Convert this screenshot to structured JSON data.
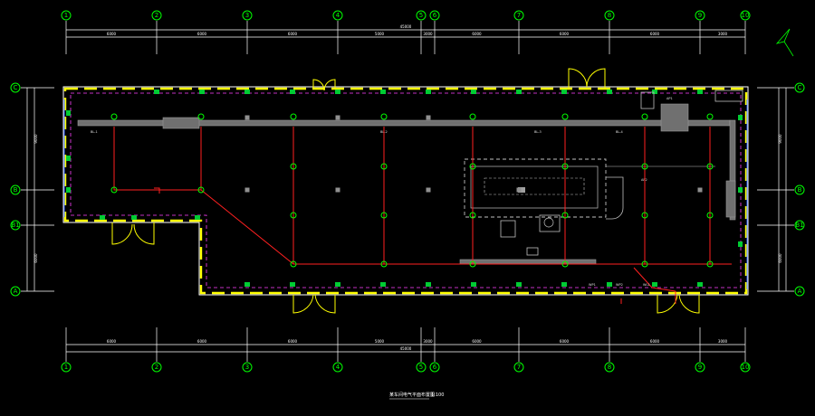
{
  "drawing": {
    "title": "某车间电气平面布置图",
    "scale": "1:100"
  },
  "axes": {
    "columns": [
      "1",
      "2",
      "3",
      "4",
      "5",
      "6",
      "7",
      "8",
      "9",
      "10"
    ],
    "rows": [
      "C",
      "B",
      "B1",
      "A"
    ]
  },
  "dimensions": {
    "top_segments": [
      "6000",
      "6000",
      "6000",
      "5000",
      "3000",
      "6000",
      "6000",
      "6000",
      "3000"
    ],
    "top_overall": "45000",
    "bottom_segments": [
      "6000",
      "6000",
      "6000",
      "5000",
      "3000",
      "6000",
      "6000",
      "6000",
      "3000"
    ],
    "bottom_overall": "45000",
    "left_segments": [
      "9000",
      "6000"
    ],
    "right_segments": [
      "9000",
      "6000"
    ]
  },
  "labels": {
    "busway_left": "BL-1",
    "busway_mid": "BL-2",
    "busway_right": "BL-3",
    "busway_far": "BL-4",
    "panel_main": "AP1",
    "panel_sub": "AP2",
    "cable_tag_1": "WP1",
    "cable_tag_2": "WP2",
    "cable_tag_3": "WL1"
  },
  "colors": {
    "axis": "#00ff00",
    "wall_outer": "#ffffff",
    "wall_dash": "#ffff00",
    "wall_inner": "#ff40ff",
    "wire": "#ff2020",
    "equipment": "#707070"
  }
}
